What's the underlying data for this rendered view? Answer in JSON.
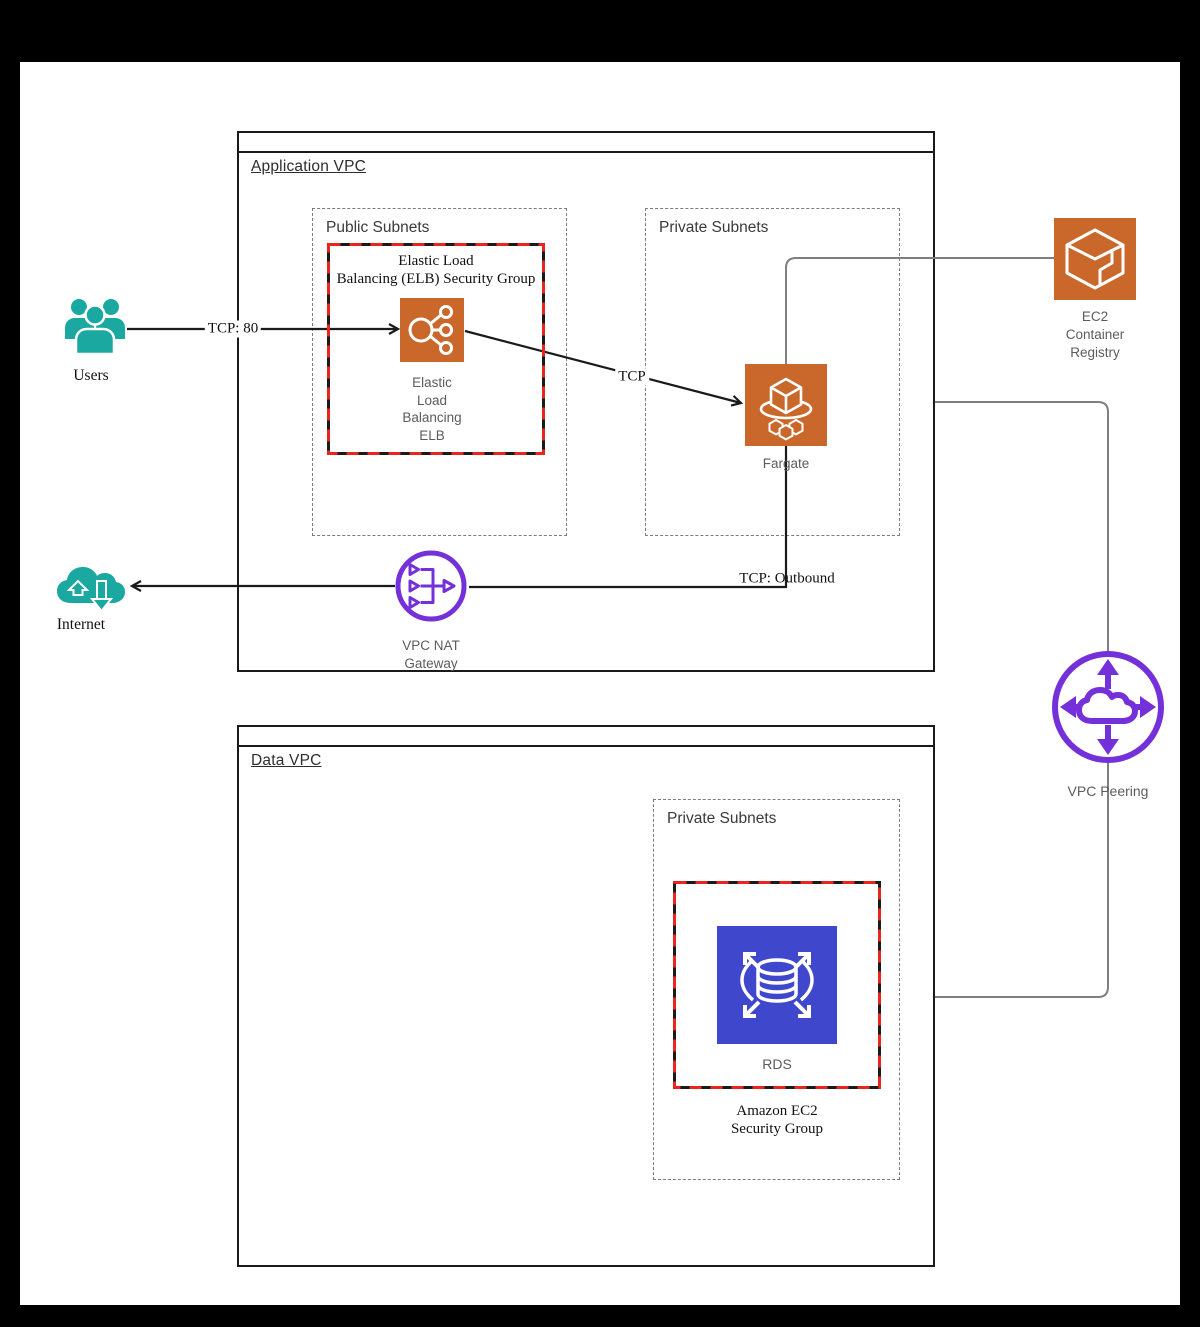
{
  "colors": {
    "teal": "#1AA8A0",
    "orange": "#C9682A",
    "purple": "#7430D9",
    "blue": "#3F48CC",
    "red_dash": "#E8251F",
    "line_gray": "#7F7F7F"
  },
  "application_vpc": {
    "title": "Application VPC"
  },
  "data_vpc": {
    "title": "Data VPC"
  },
  "subnets": {
    "public_app": "Public Subnets",
    "private_app": "Private Subnets",
    "private_data": "Private Subnets"
  },
  "security_groups": {
    "elb": "Elastic Load\nBalancing (ELB) Security Group",
    "ec2": "Amazon EC2\nSecurity Group"
  },
  "nodes": {
    "users": "Users",
    "internet": "Internet",
    "elb": "Elastic\nLoad\nBalancing\nELB",
    "fargate": "Fargate",
    "ecr": "EC2\nContainer\nRegistry",
    "nat": "VPC NAT\nGateway",
    "peering": "VPC Peering",
    "rds": "RDS"
  },
  "edges": {
    "users_to_elb": "TCP: 80",
    "elb_to_fargate": "TCP",
    "fargate_outbound": "TCP: Outbound"
  }
}
